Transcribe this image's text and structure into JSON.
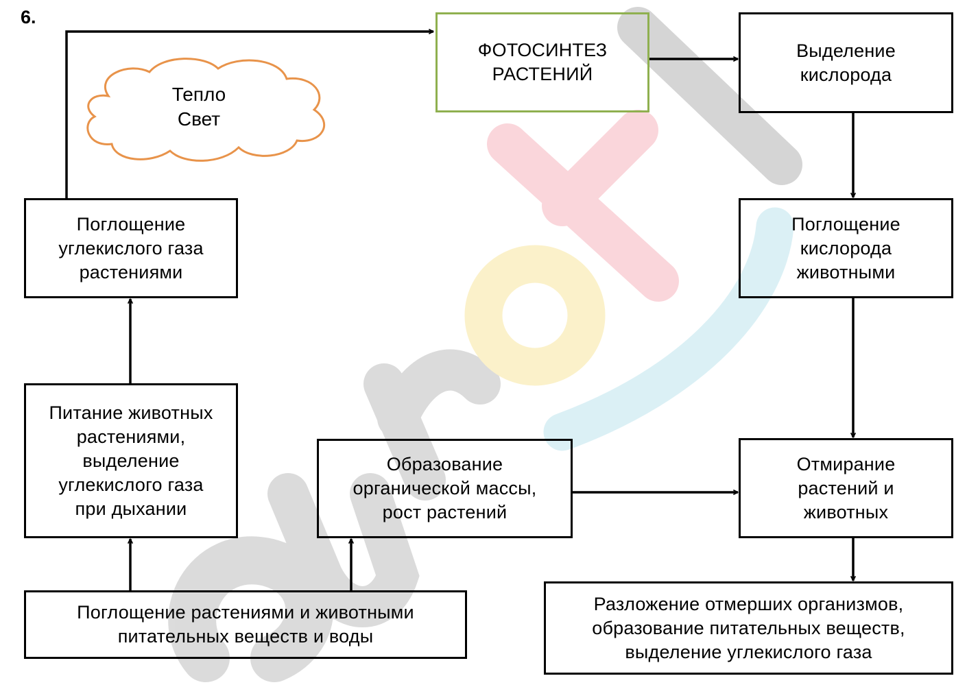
{
  "task_number": "6.",
  "cloud": {
    "text": "Тепло\nСвет"
  },
  "nodes": {
    "photosynthesis": "ФОТОСИНТЕЗ\nРАСТЕНИЙ",
    "oxygen_release": "Выделение\nкислорода",
    "co2_absorption": "Поглощение\nуглекислого газа\nрастениями",
    "oxygen_absorption": "Поглощение\nкислорода\nживотными",
    "animal_nutrition": "Питание животных\nрастениями,\nвыделение\nуглекислого газа\nпри дыхании",
    "organic_mass": "Образование\nорганической массы,\nрост растений",
    "dying": "Отмирание\nрастений и\nживотных",
    "nutrient_absorption": "Поглощение растениями и животными\nпитательных веществ и воды",
    "decomposition": "Разложение отмерших организмов,\nобразование питательных веществ,\nвыделение углекислого газа"
  },
  "colors": {
    "photosynthesis_border": "#8fb04f",
    "cloud_outline": "#e8934a"
  }
}
